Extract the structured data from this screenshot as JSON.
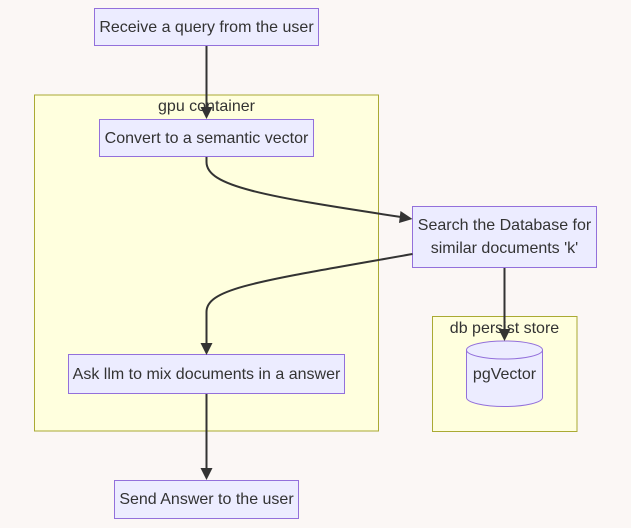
{
  "clusters": {
    "gpu": {
      "label": "gpu container"
    },
    "db": {
      "label": "db persist store"
    }
  },
  "nodes": {
    "receive": {
      "label": "Receive a query from the user"
    },
    "convert": {
      "label": "Convert to a semantic vector"
    },
    "search": {
      "lines": [
        "Search the Database for",
        "similar documents 'k'"
      ]
    },
    "mix": {
      "label": "Ask llm to mix documents in a answer"
    },
    "send": {
      "label": "Send Answer to the user"
    },
    "pgvector": {
      "label": "pgVector"
    }
  },
  "colors": {
    "background": "#fbf7f5",
    "node_fill": "#ececff",
    "node_border": "#9370db",
    "cluster_fill": "#ffffde",
    "cluster_border": "#aaaa33",
    "edge": "#333333",
    "text": "#333333"
  }
}
